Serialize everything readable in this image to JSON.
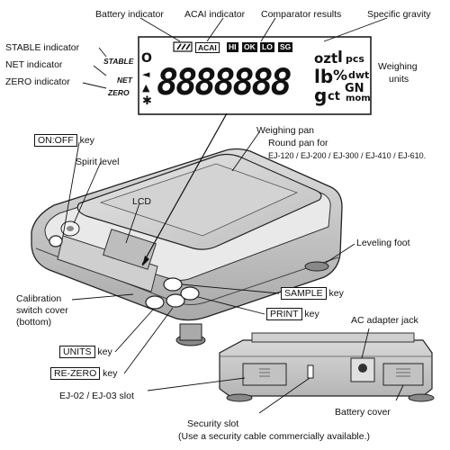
{
  "lcd": {
    "indicators": {
      "acai": "ACAI",
      "hi": "HI",
      "ok": "OK",
      "lo": "LO",
      "sg": "SG"
    },
    "digits": "8888888",
    "left_symbols": {
      "stable": "O",
      "net": "◄",
      "zero": "▲",
      "star": "✱"
    },
    "units": {
      "ozt": "ozt",
      "l": "l",
      "pcs": "pcs",
      "lb": "lb",
      "percent": "%",
      "dwt": "dwt",
      "g": "g",
      "ct": "ct",
      "gn": "GN",
      "mom": "mom"
    }
  },
  "callouts": {
    "battery_indicator": "Battery indicator",
    "acai_indicator": "ACAI indicator",
    "comparator_results": "Comparator results",
    "specific_gravity": "Specific gravity",
    "stable_indicator": "STABLE indicator",
    "net_indicator": "NET indicator",
    "zero_indicator": "ZERO indicator",
    "stable_mark": "STABLE",
    "net_mark": "NET",
    "zero_mark": "ZERO",
    "weighing_units_1": "Weighing",
    "weighing_units_2": "units",
    "on_off_key": "ON:OFF",
    "on_off_key_suffix": "key",
    "spirit_level": "Spirit level",
    "weighing_pan": "Weighing pan",
    "round_pan_1": "Round pan for",
    "round_pan_2": "EJ-120 / EJ-200 / EJ-300 / EJ-410 / EJ-610.",
    "lcd": "LCD",
    "leveling_foot": "Leveling foot",
    "sample_key": "SAMPLE",
    "sample_key_suffix": "key",
    "calibration_1": "Calibration",
    "calibration_2": "switch cover",
    "calibration_3": "(bottom)",
    "print_key": "PRINT",
    "print_key_suffix": "key",
    "ac_adapter_jack": "AC adapter jack",
    "units_key": "UNITS",
    "units_key_suffix": "key",
    "re_zero_key": "RE-ZERO",
    "re_zero_key_suffix": "key",
    "ej_slot": "EJ-02 / EJ-03 slot",
    "battery_cover": "Battery cover",
    "security_slot_1": "Security slot",
    "security_slot_2": "(Use a security cable commercially available.)"
  }
}
